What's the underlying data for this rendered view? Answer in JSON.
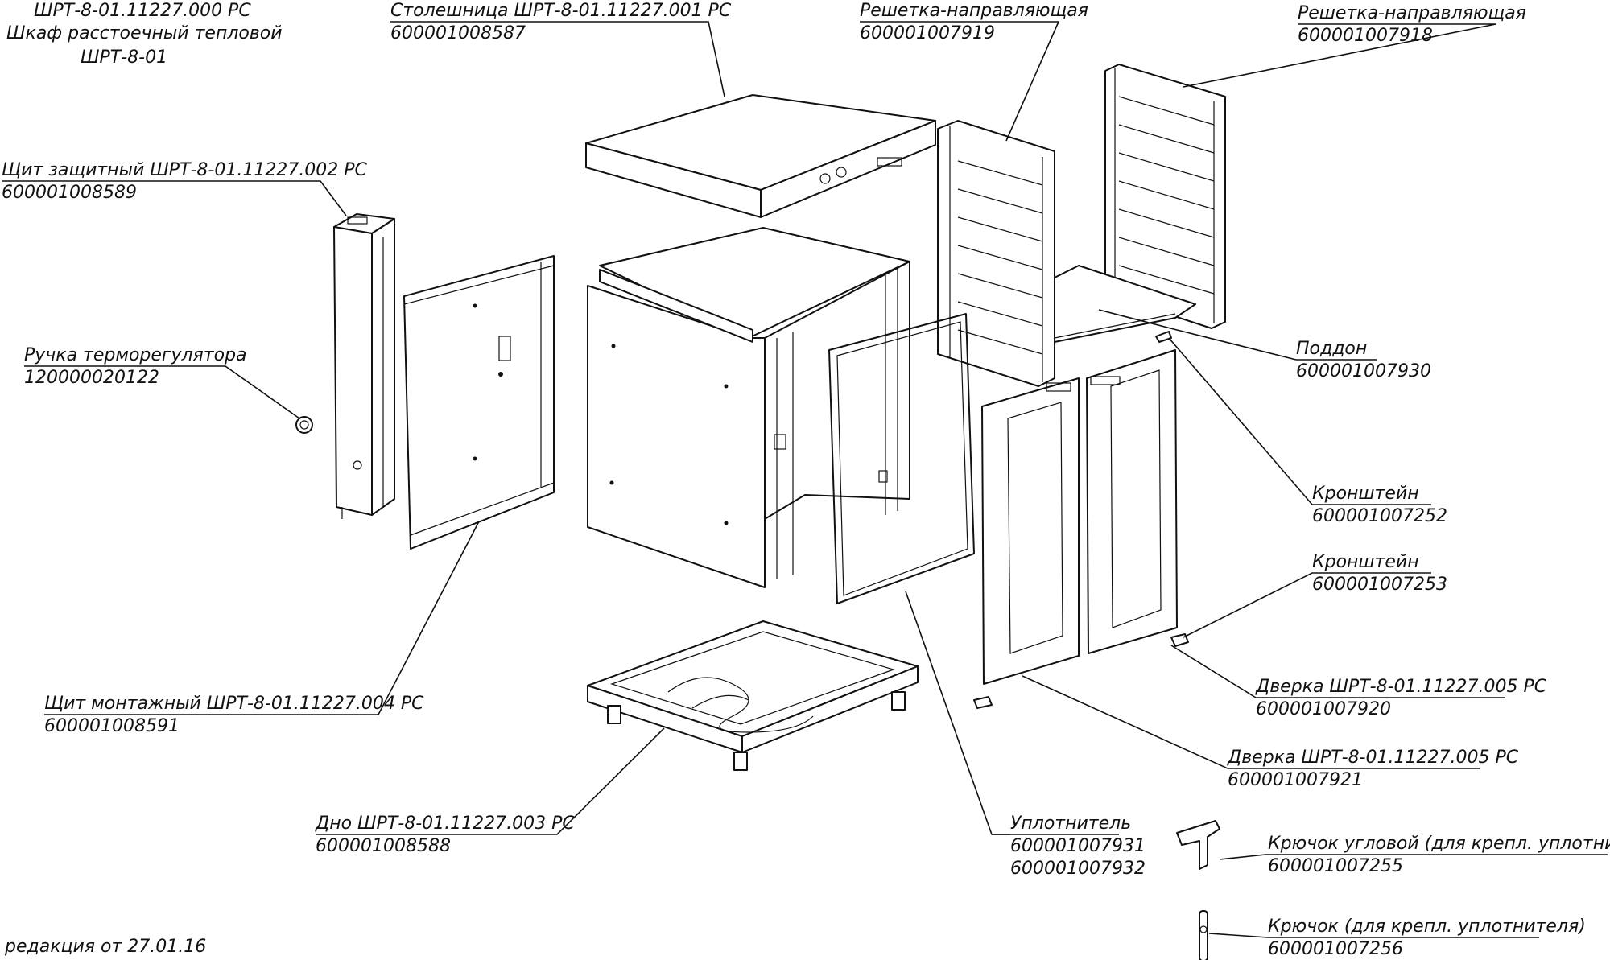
{
  "title_block": {
    "line1": "ШРТ-8-01.11227.000 РС",
    "line2": "Шкаф расстоечный тепловой",
    "line3": "ШРТ-8-01"
  },
  "revision": "редакция от 27.01.16",
  "callouts": [
    {
      "name": "Столешница ШРТ-8-01.11227.001 РС",
      "code": "600001008587"
    },
    {
      "name": "Решетка-направляющая",
      "code": "600001007919"
    },
    {
      "name": "Решетка-направляющая",
      "code": "600001007918"
    },
    {
      "name": "Щит защитный ШРТ-8-01.11227.002 РС",
      "code": "600001008589"
    },
    {
      "name": "Ручка терморегулятора",
      "code": "120000020122"
    },
    {
      "name": "Поддон",
      "code": "600001007930"
    },
    {
      "name": "Кронштейн",
      "code": "600001007252"
    },
    {
      "name": "Кронштейн",
      "code": "600001007253"
    },
    {
      "name": "Дверка ШРТ-8-01.11227.005 РС",
      "code": "600001007920"
    },
    {
      "name": "Дверка ШРТ-8-01.11227.005 РС",
      "code": "600001007921"
    },
    {
      "name": "Щит монтажный ШРТ-8-01.11227.004 РС",
      "code": "600001008591"
    },
    {
      "name": "Дно ШРТ-8-01.11227.003 РС",
      "code": "600001008588"
    },
    {
      "name": "Уплотнитель",
      "code": "600001007931",
      "code2": "600001007932"
    },
    {
      "name": "Крючок угловой (для крепл. уплотнителя)",
      "code": "600001007255"
    },
    {
      "name": "Крючок (для крепл. уплотнителя)",
      "code": "600001007256"
    }
  ]
}
